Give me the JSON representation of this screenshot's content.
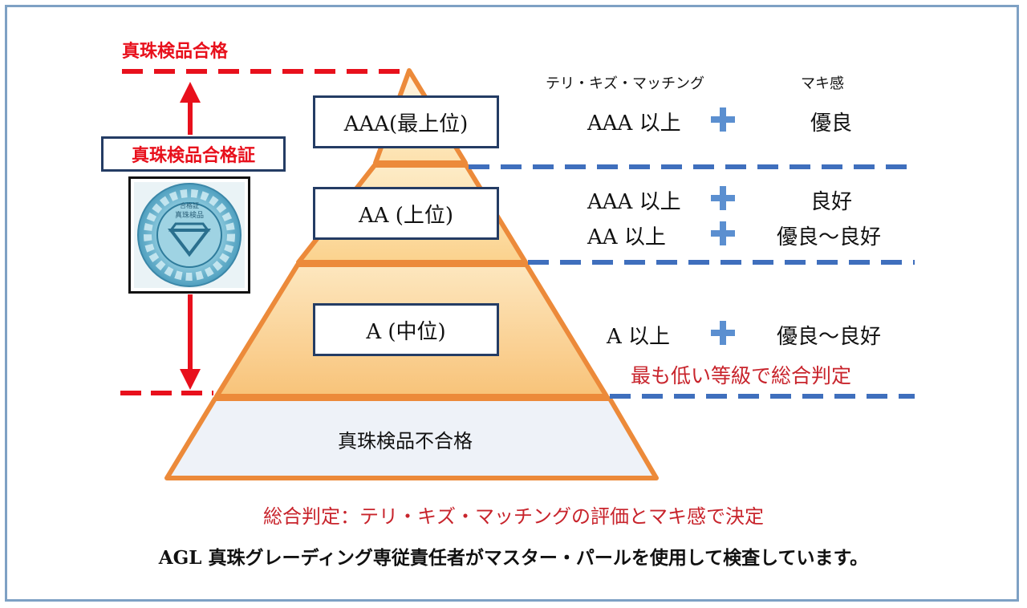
{
  "labels": {
    "top_pass": "真珠検品合格",
    "certificate": "真珠検品合格証",
    "fail": "真珠検品不合格"
  },
  "grades": [
    {
      "name": "AAA(最上位)"
    },
    {
      "name": "AA (上位)"
    },
    {
      "name": "A (中位)"
    }
  ],
  "headers": {
    "teri": "テリ・キズ・マッチング",
    "maki": "マキ感"
  },
  "criteria": {
    "aaa": [
      {
        "teri": "AAA 以上",
        "maki": "優良"
      }
    ],
    "aa": [
      {
        "teri": "AAA 以上",
        "maki": "良好"
      },
      {
        "teri": "AA 以上",
        "maki": "優良～良好"
      }
    ],
    "a": [
      {
        "teri": "A 以上",
        "maki": "優良～良好"
      }
    ]
  },
  "note_lowest": "最も低い等級で総合判定",
  "footer_red": "総合判定：テリ・キズ・マッチングの評価とマキ感で決定",
  "footer_black": "AGL 真珠グレーディング専従責任者がマスター・パールを使用して検査しています。",
  "seal_text": [
    "合格証",
    "真珠検品"
  ],
  "colors": {
    "red": "#e8101c",
    "blue_dash": "#3f6fbd",
    "plus": "#5b8fd0",
    "pyramid_edge": "#ec8a3a",
    "box_border": "#243c64"
  }
}
